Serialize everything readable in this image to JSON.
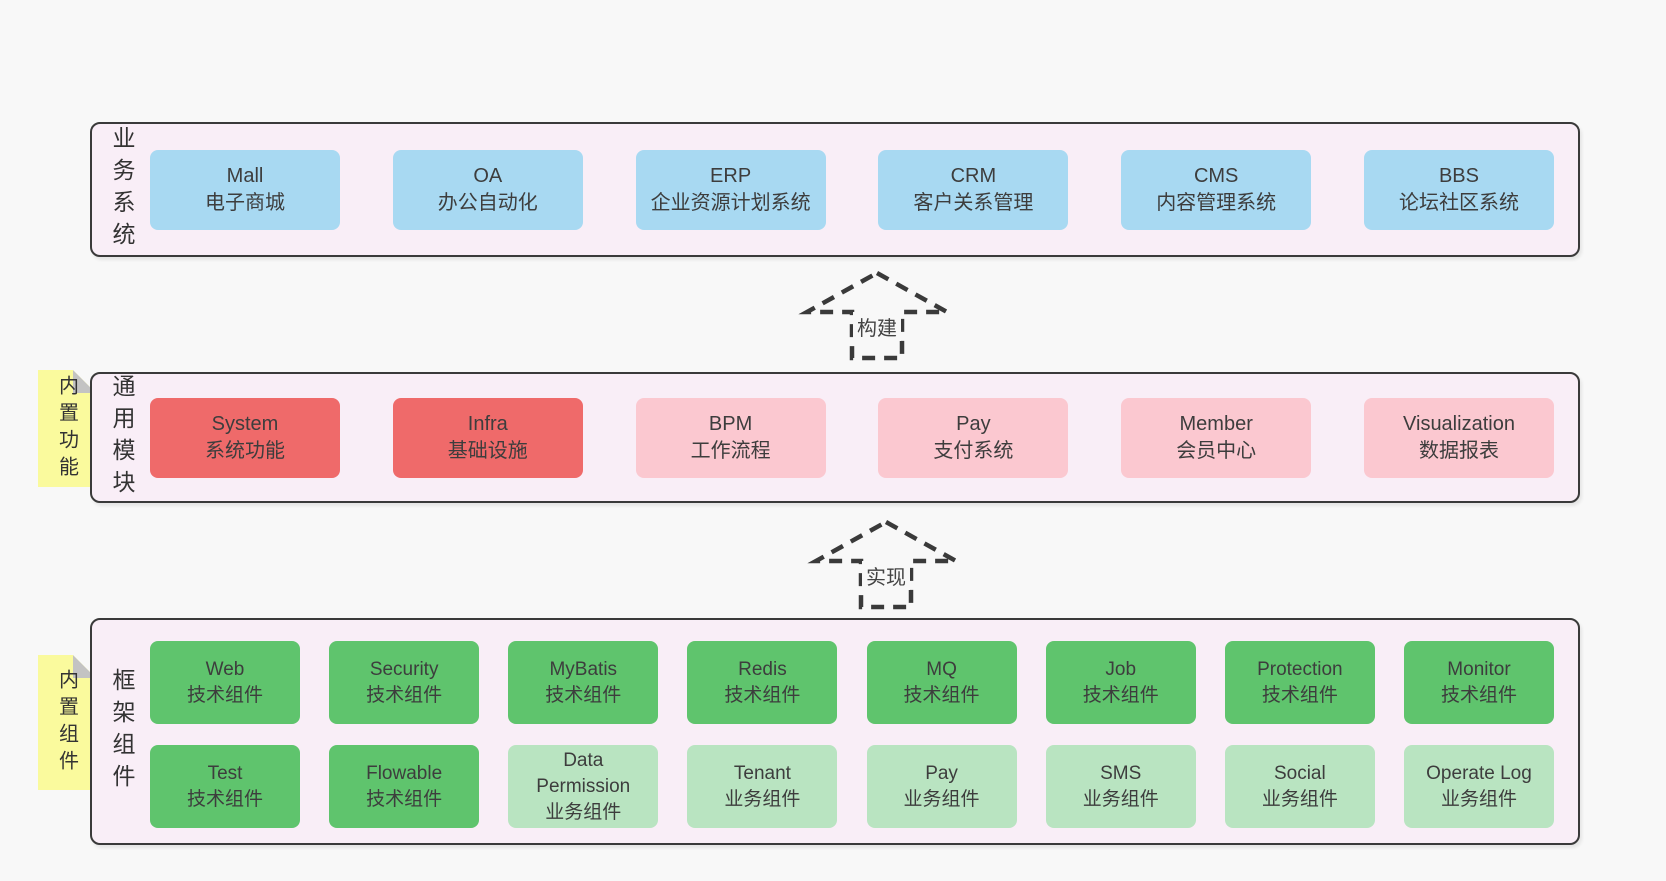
{
  "colors": {
    "container_fill": "#f9eef7",
    "container_border": "#3a3a3a",
    "blue": "#a8d9f2",
    "red": "#ef6a6a",
    "pink": "#fbc8d0",
    "green_dark": "#5fc46d",
    "green_light": "#b9e4c1",
    "sticky_yellow": "#fafa9d",
    "sticky_fold": "#c3c3c3"
  },
  "arrows": [
    {
      "label": "构建"
    },
    {
      "label": "实现"
    }
  ],
  "sections": [
    {
      "side_label": "业务系统",
      "rows": [
        {
          "boxes": [
            {
              "en": "Mall",
              "zh": "电子商城"
            },
            {
              "en": "OA",
              "zh": "办公自动化"
            },
            {
              "en": "ERP",
              "zh": "企业资源计划系统"
            },
            {
              "en": "CRM",
              "zh": "客户关系管理"
            },
            {
              "en": "CMS",
              "zh": "内容管理系统"
            },
            {
              "en": "BBS",
              "zh": "论坛社区系统"
            }
          ]
        }
      ]
    },
    {
      "side_label": "通用模块",
      "sticky": "内置功能",
      "rows": [
        {
          "boxes": [
            {
              "en": "System",
              "zh": "系统功能"
            },
            {
              "en": "Infra",
              "zh": "基础设施"
            },
            {
              "en": "BPM",
              "zh": "工作流程"
            },
            {
              "en": "Pay",
              "zh": "支付系统"
            },
            {
              "en": "Member",
              "zh": "会员中心"
            },
            {
              "en": "Visualization",
              "zh": "数据报表"
            }
          ]
        }
      ]
    },
    {
      "side_label": "框架组件",
      "sticky": "内置组件",
      "rows": [
        {
          "boxes": [
            {
              "en": "Web",
              "zh": "技术组件"
            },
            {
              "en": "Security",
              "zh": "技术组件"
            },
            {
              "en": "MyBatis",
              "zh": "技术组件"
            },
            {
              "en": "Redis",
              "zh": "技术组件"
            },
            {
              "en": "MQ",
              "zh": "技术组件"
            },
            {
              "en": "Job",
              "zh": "技术组件"
            },
            {
              "en": "Protection",
              "zh": "技术组件"
            },
            {
              "en": "Monitor",
              "zh": "技术组件"
            }
          ]
        },
        {
          "boxes": [
            {
              "en": "Test",
              "zh": "技术组件"
            },
            {
              "en": "Flowable",
              "zh": "技术组件"
            },
            {
              "en": "Data Permission",
              "zh": "业务组件"
            },
            {
              "en": "Tenant",
              "zh": "业务组件"
            },
            {
              "en": "Pay",
              "zh": "业务组件"
            },
            {
              "en": "SMS",
              "zh": "业务组件"
            },
            {
              "en": "Social",
              "zh": "业务组件"
            },
            {
              "en": "Operate Log",
              "zh": "业务组件"
            }
          ]
        }
      ]
    }
  ]
}
